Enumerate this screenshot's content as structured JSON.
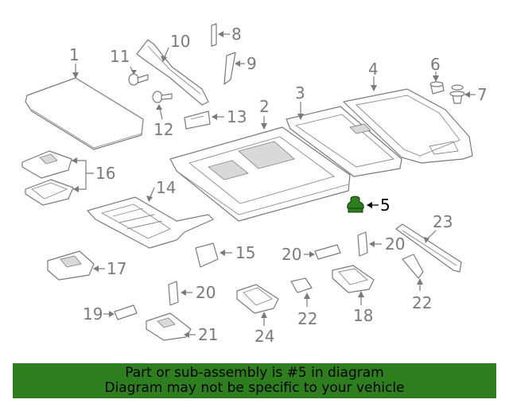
{
  "diagram": {
    "highlight_color": "#2e7d1e",
    "callouts": {
      "c1": "1",
      "c2": "2",
      "c3": "3",
      "c4": "4",
      "c5": "5",
      "c6": "6",
      "c7": "7",
      "c8": "8",
      "c9": "9",
      "c10": "10",
      "c11": "11",
      "c12": "12",
      "c13": "13",
      "c14": "14",
      "c15": "15",
      "c16": "16",
      "c17": "17",
      "c18": "18",
      "c19": "19",
      "c20a": "20",
      "c20b": "20",
      "c20c": "20",
      "c21": "21",
      "c22a": "22",
      "c22b": "22",
      "c23": "23",
      "c24": "24"
    }
  },
  "banner": {
    "line1": "Part or sub-assembly is #5 in diagram",
    "line2": "Diagram may not be specific to your vehicle"
  }
}
